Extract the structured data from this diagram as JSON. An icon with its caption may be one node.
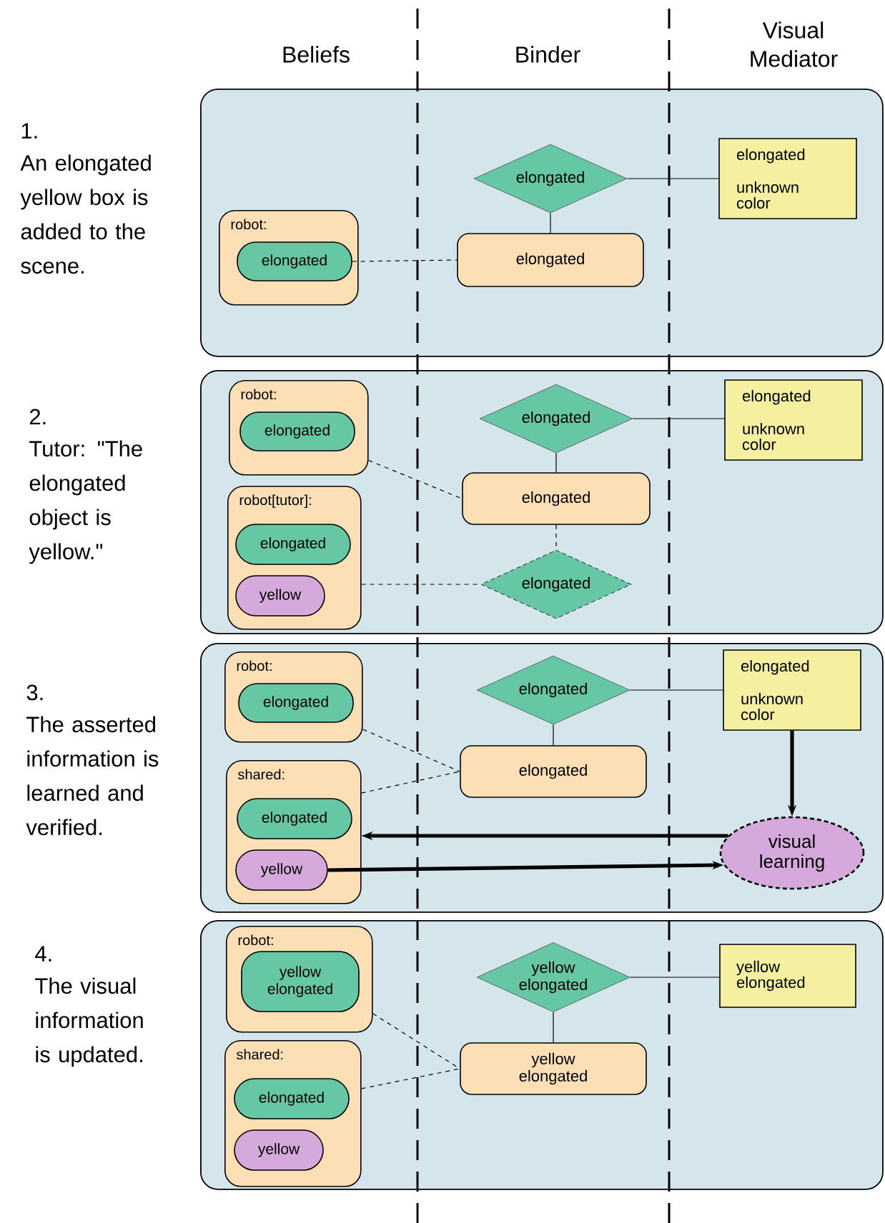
{
  "diagram": {
    "nodes": [
      {
        "text": [
          "1.",
          "An elongated yellow box is added to the scene."
        ]
      },
      {
        "text": [
          "robot:"
        ],
        "in": 0
      },
      {
        "text": [
          "elongated"
        ],
        "in": 1
      },
      {
        "text": [
          "elongated"
        ],
        "in": 0
      },
      {
        "text": [
          "elongated"
        ],
        "in": 0
      },
      {
        "text": [
          "elongated",
          "unknown color"
        ],
        "in": 0
      },
      {
        "text": [
          "2.",
          "Tutor: \"The elongated object is yellow.\""
        ]
      },
      {
        "text": [
          "robot:"
        ],
        "in": 6
      },
      {
        "text": [
          "elongated"
        ],
        "in": 7
      },
      {
        "text": [
          "robot[tutor]:"
        ],
        "in": 6
      },
      {
        "text": [
          "elongated"
        ],
        "in": 9
      },
      {
        "text": [
          "yellow"
        ],
        "in": 9
      },
      {
        "text": [
          "elongated"
        ],
        "in": 6
      },
      {
        "text": [
          "elongated"
        ],
        "in": 6
      },
      {
        "text": [
          "elongated",
          "unknown color"
        ],
        "in": 6
      },
      {
        "text": [
          "elongated"
        ],
        "in": 6
      },
      {
        "text": [
          "3.",
          "The asserted information is learned and verified."
        ]
      },
      {
        "text": [
          "robot:"
        ],
        "in": 16
      },
      {
        "text": [
          "elongated"
        ],
        "in": 17
      },
      {
        "text": [
          "shared:"
        ],
        "in": 16
      },
      {
        "text": [
          "elongated"
        ],
        "in": 19
      },
      {
        "text": [
          "yellow"
        ],
        "in": 19
      },
      {
        "text": [
          "elongated"
        ],
        "in": 16
      },
      {
        "text": [
          "elongated"
        ],
        "in": 16
      },
      {
        "text": [
          "elongated",
          "unknown color"
        ],
        "in": 16
      },
      {
        "text": [
          "visual learning"
        ],
        "in": 16
      },
      {
        "text": [
          "4.",
          "The visual information is updated."
        ]
      },
      {
        "text": [
          "robot:"
        ],
        "in": 26
      },
      {
        "text": [
          "yellow elongated"
        ],
        "in": 27
      },
      {
        "text": [
          "shared:"
        ],
        "in": 26
      },
      {
        "text": [
          "elongated"
        ],
        "in": 29
      },
      {
        "text": [
          "yellow"
        ],
        "in": 29
      },
      {
        "text": [
          "yellow elongated"
        ],
        "in": 26
      },
      {
        "text": [
          "yellow elongated"
        ],
        "in": 26
      },
      {
        "text": [
          "yellow elongated"
        ],
        "in": 26
      }
    ],
    "edges": [
      {
        "from": 2,
        "to": 4,
        "arrow": "none",
        "style": "dashed"
      },
      {
        "from": 3,
        "to": 4,
        "arrow": "none"
      },
      {
        "from": 3,
        "to": 5,
        "arrow": "none"
      },
      {
        "from": 7,
        "to": 13,
        "arrow": "none",
        "style": "dashed"
      },
      {
        "from": 12,
        "to": 13,
        "arrow": "none"
      },
      {
        "from": 12,
        "to": 14,
        "arrow": "none"
      },
      {
        "from": 13,
        "to": 15,
        "arrow": "none",
        "style": "dashed"
      },
      {
        "from": 9,
        "to": 15,
        "arrow": "none",
        "style": "dashed"
      },
      {
        "from": 17,
        "to": 23,
        "arrow": "none",
        "style": "dashed"
      },
      {
        "from": 19,
        "to": 23,
        "arrow": "none",
        "style": "dashed"
      },
      {
        "from": 22,
        "to": 23,
        "arrow": "none"
      },
      {
        "from": 22,
        "to": 24,
        "arrow": "none"
      },
      {
        "from": 24,
        "to": 25,
        "arrow": "to",
        "style": "thick"
      },
      {
        "from": 25,
        "to": 19,
        "arrow": "to",
        "style": "thick"
      },
      {
        "from": 21,
        "to": 25,
        "arrow": "to",
        "style": "thick"
      },
      {
        "from": 27,
        "to": 33,
        "arrow": "none",
        "style": "dashed"
      },
      {
        "from": 29,
        "to": 33,
        "arrow": "none",
        "style": "dashed"
      },
      {
        "from": 32,
        "to": 33,
        "arrow": "none"
      },
      {
        "from": 32,
        "to": 34,
        "arrow": "none"
      }
    ],
    "labels": [
      "Beliefs",
      "Binder",
      "Visual Mediator"
    ]
  }
}
